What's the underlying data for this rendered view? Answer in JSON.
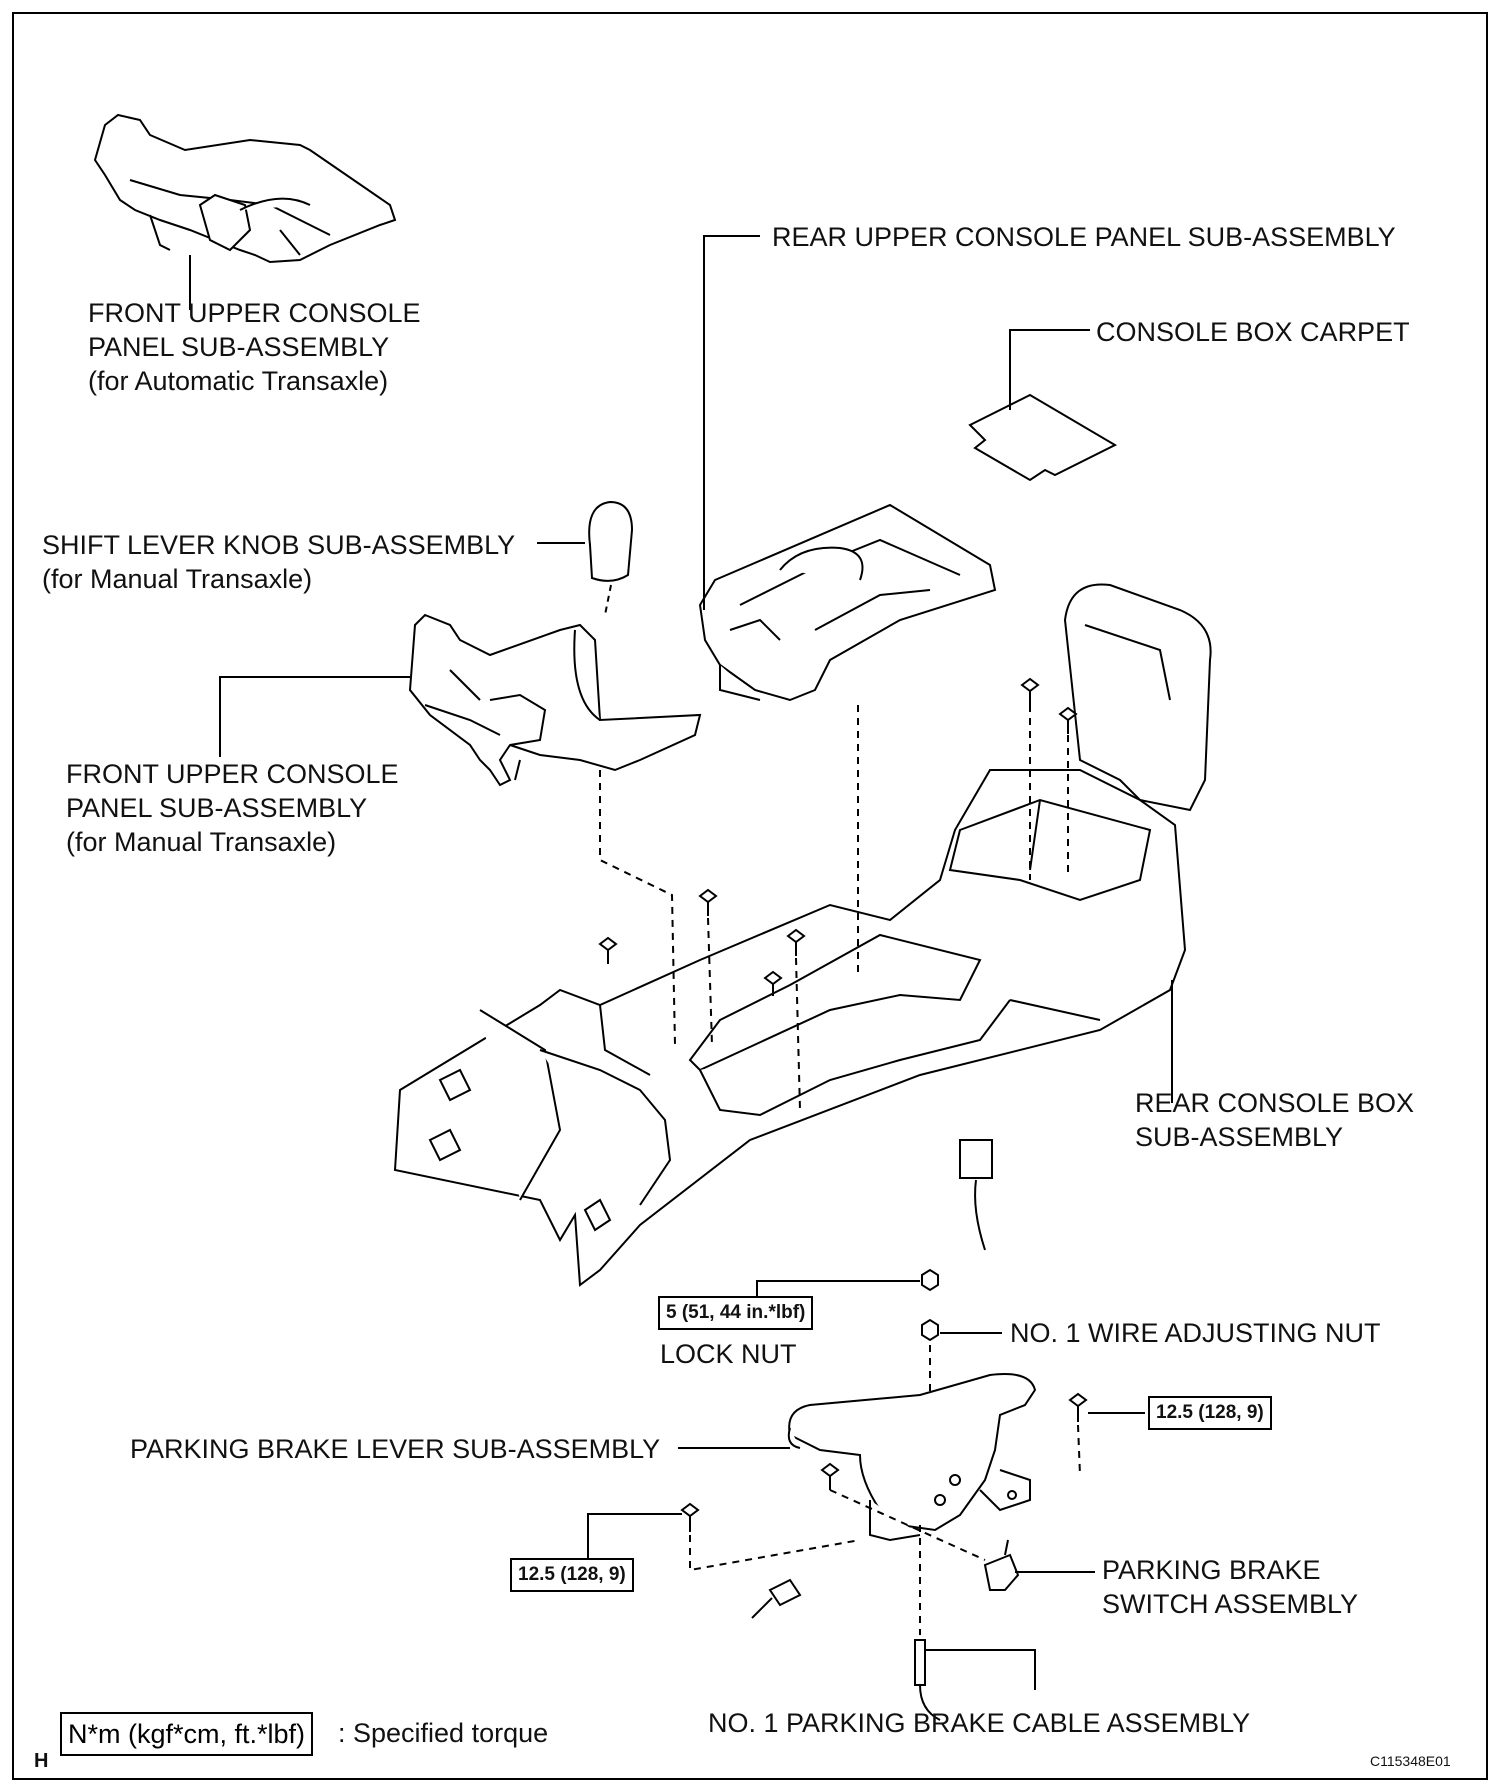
{
  "labels": {
    "front_upper_at": [
      "FRONT UPPER CONSOLE",
      "PANEL SUB-ASSEMBLY",
      "(for Automatic Transaxle)"
    ],
    "rear_upper": "REAR UPPER CONSOLE PANEL SUB-ASSEMBLY",
    "carpet": "CONSOLE BOX CARPET",
    "shift_knob": [
      "SHIFT LEVER KNOB SUB-ASSEMBLY",
      "(for Manual Transaxle)"
    ],
    "front_upper_mt": [
      "FRONT UPPER CONSOLE",
      "PANEL SUB-ASSEMBLY",
      "(for Manual Transaxle)"
    ],
    "rear_box": [
      "REAR CONSOLE BOX",
      "SUB-ASSEMBLY"
    ],
    "lock_nut": "LOCK NUT",
    "wire_nut": "NO. 1 WIRE ADJUSTING NUT",
    "pb_lever": "PARKING BRAKE LEVER SUB-ASSEMBLY",
    "pb_switch": [
      "PARKING BRAKE",
      "SWITCH ASSEMBLY"
    ],
    "pb_cable": "NO. 1 PARKING BRAKE CABLE ASSEMBLY"
  },
  "torques": {
    "lock_nut": "5 (51, 44 in.*lbf)",
    "right_bolt": "12.5 (128, 9)",
    "left_bolt": "12.5 (128, 9)"
  },
  "legend": {
    "unit": "N*m (kgf*cm, ft.*lbf)",
    "text": ": Specified torque"
  },
  "corner_mark": "H",
  "figure_code": "C115348E01"
}
